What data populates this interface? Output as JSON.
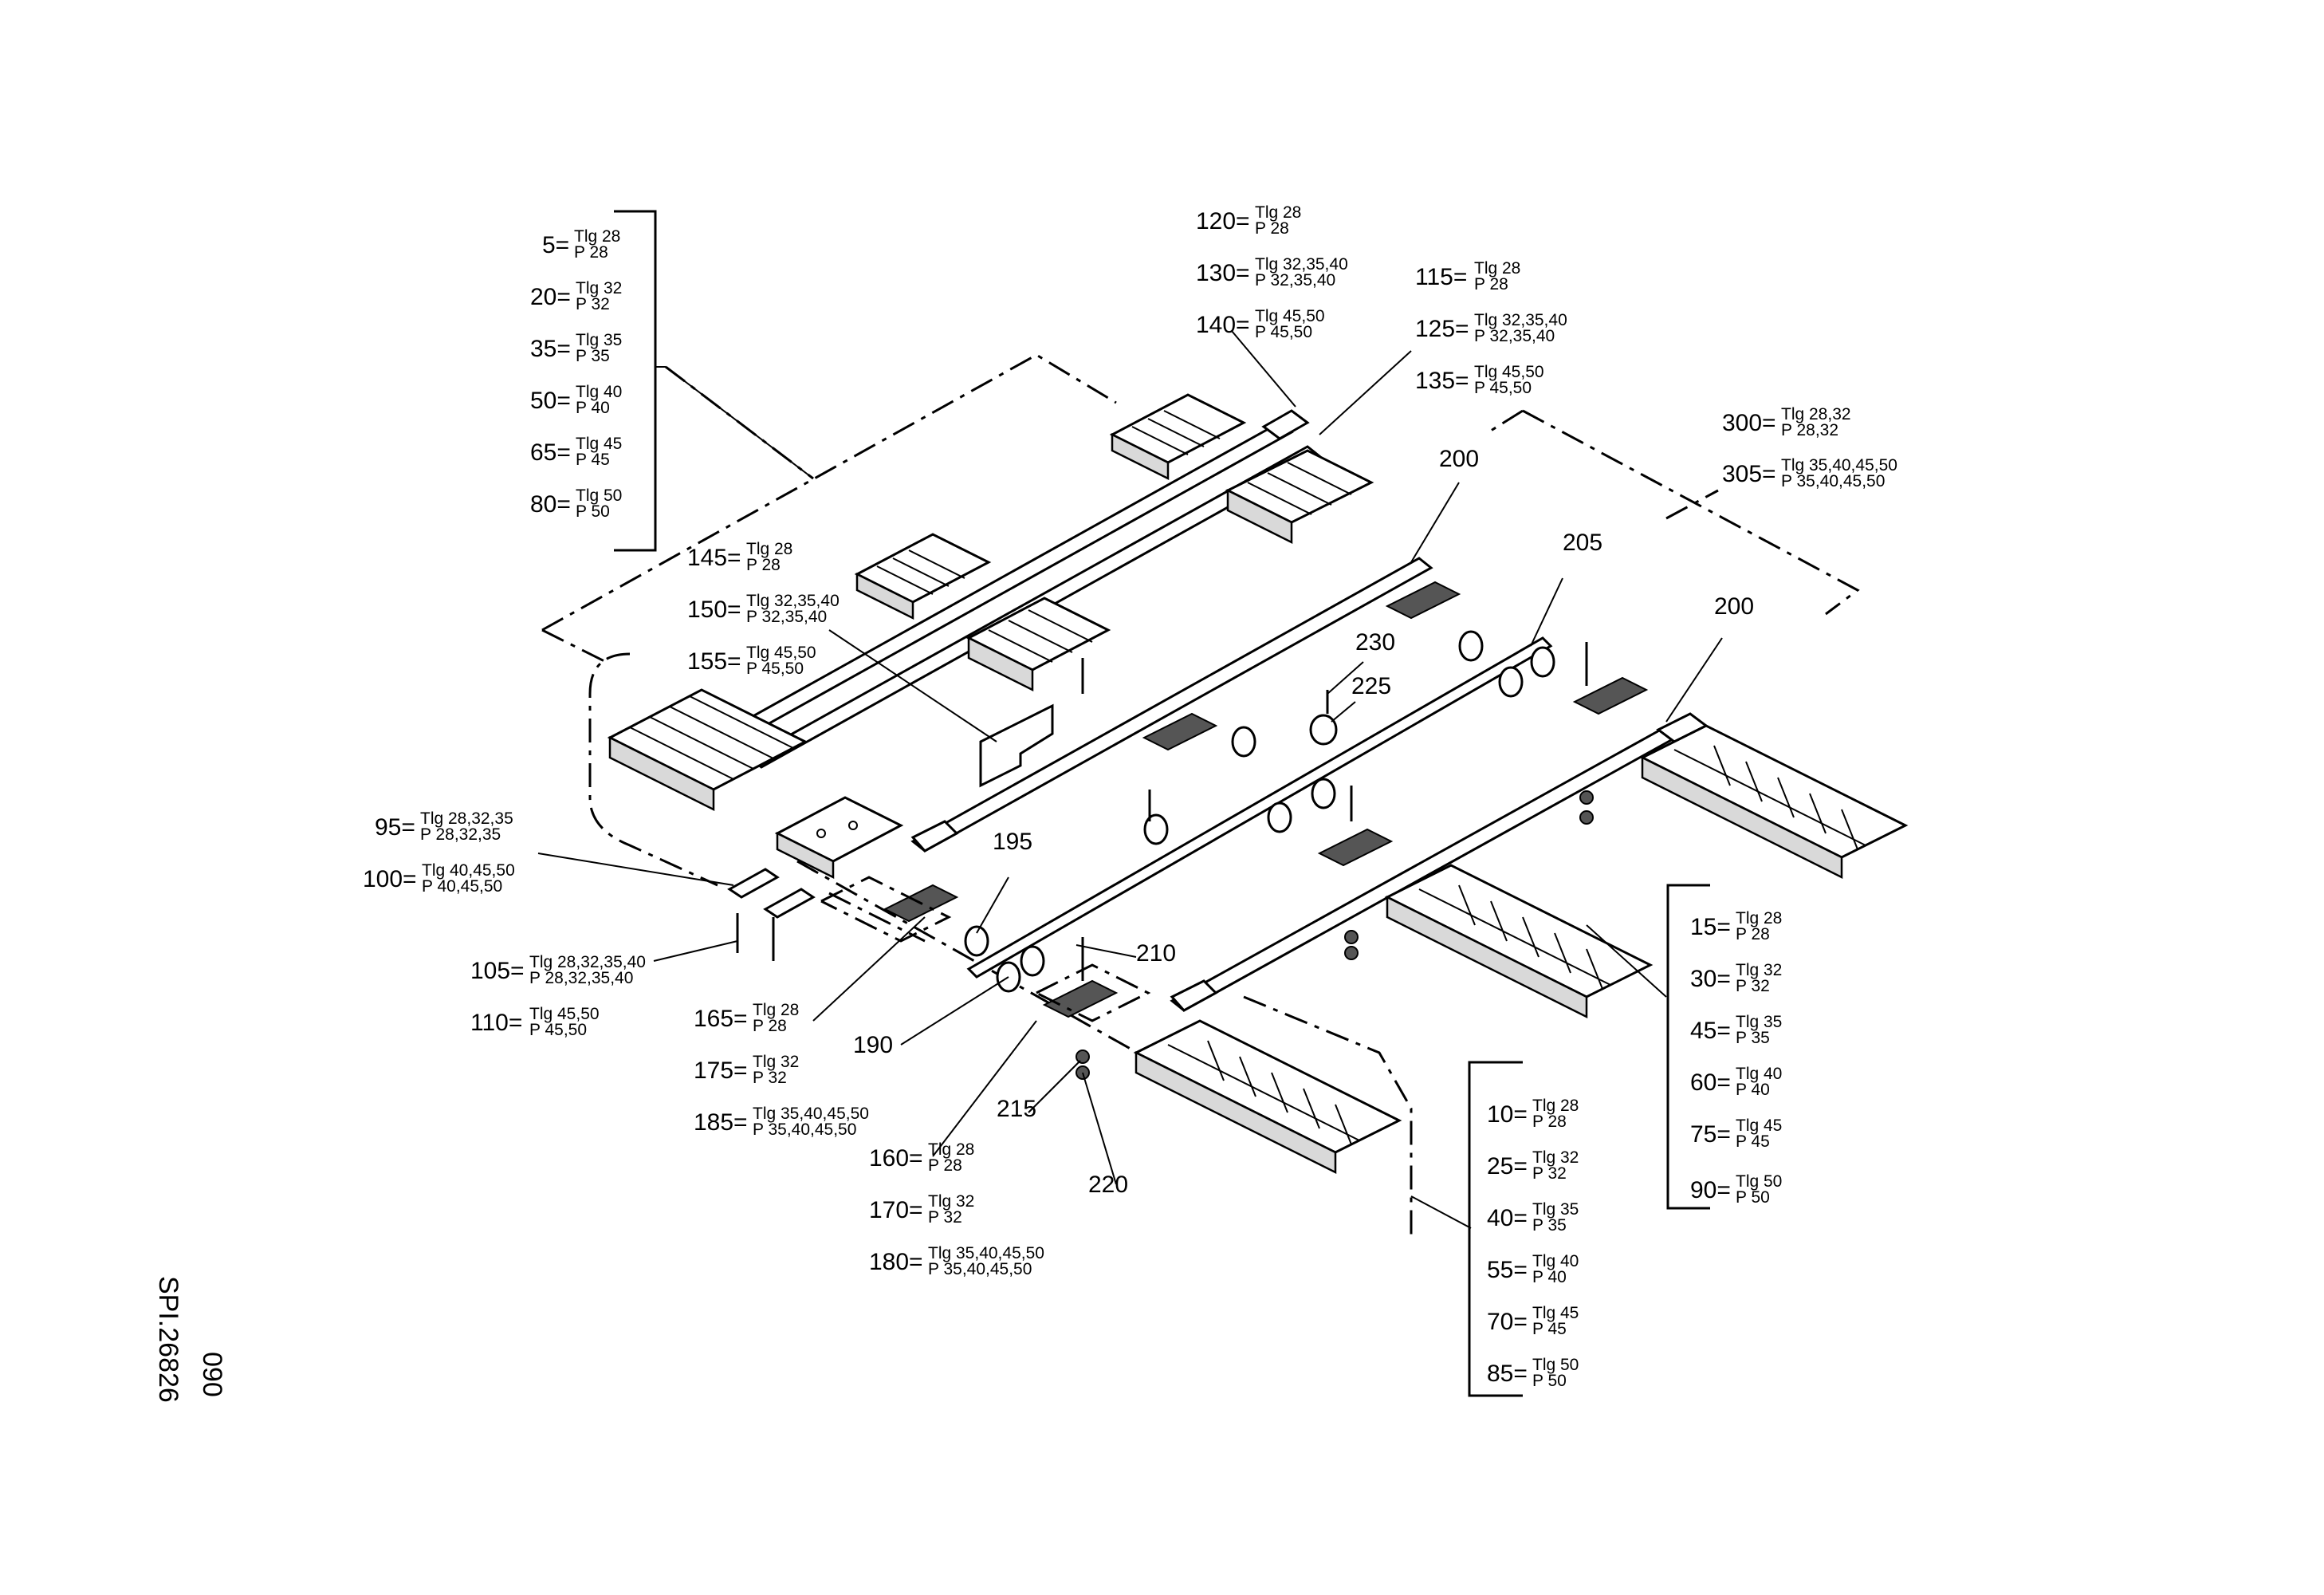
{
  "drawing": {
    "ref_code": "SPI.26826",
    "page_no": "090"
  },
  "callouts": [
    {
      "no": "5",
      "l1": "Tlg 28",
      "l2": "P 28"
    },
    {
      "no": "20",
      "l1": "Tlg 32",
      "l2": "P 32"
    },
    {
      "no": "35",
      "l1": "Tlg 35",
      "l2": "P 35"
    },
    {
      "no": "50",
      "l1": "Tlg 40",
      "l2": "P 40"
    },
    {
      "no": "65",
      "l1": "Tlg 45",
      "l2": "P 45"
    },
    {
      "no": "80",
      "l1": "Tlg 50",
      "l2": "P 50"
    },
    {
      "no": "120",
      "l1": "Tlg 28",
      "l2": "P 28"
    },
    {
      "no": "130",
      "l1": "Tlg 32,35,40",
      "l2": "P 32,35,40"
    },
    {
      "no": "140",
      "l1": "Tlg 45,50",
      "l2": "P 45,50"
    },
    {
      "no": "115",
      "l1": "Tlg 28",
      "l2": "P 28"
    },
    {
      "no": "125",
      "l1": "Tlg 32,35,40",
      "l2": "P 32,35,40"
    },
    {
      "no": "135",
      "l1": "Tlg 45,50",
      "l2": "P 45,50"
    },
    {
      "no": "300",
      "l1": "Tlg 28,32",
      "l2": "P 28,32"
    },
    {
      "no": "305",
      "l1": "Tlg 35,40,45,50",
      "l2": "P 35,40,45,50"
    },
    {
      "no": "145",
      "l1": "Tlg 28",
      "l2": "P 28"
    },
    {
      "no": "150",
      "l1": "Tlg 32,35,40",
      "l2": "P 32,35,40"
    },
    {
      "no": "155",
      "l1": "Tlg 45,50",
      "l2": "P 45,50"
    },
    {
      "no": "95",
      "l1": "Tlg 28,32,35",
      "l2": "P 28,32,35"
    },
    {
      "no": "100",
      "l1": "Tlg 40,45,50",
      "l2": "P 40,45,50"
    },
    {
      "no": "105",
      "l1": "Tlg 28,32,35,40",
      "l2": "P 28,32,35,40"
    },
    {
      "no": "110",
      "l1": "Tlg 45,50",
      "l2": "P 45,50"
    },
    {
      "no": "165",
      "l1": "Tlg 28",
      "l2": "P 28"
    },
    {
      "no": "175",
      "l1": "Tlg 32",
      "l2": "P 32"
    },
    {
      "no": "185",
      "l1": "Tlg 35,40,45,50",
      "l2": "P 35,40,45,50"
    },
    {
      "no": "160",
      "l1": "Tlg 28",
      "l2": "P 28"
    },
    {
      "no": "170",
      "l1": "Tlg 32",
      "l2": "P 32"
    },
    {
      "no": "180",
      "l1": "Tlg 35,40,45,50",
      "l2": "P 35,40,45,50"
    },
    {
      "no": "15",
      "l1": "Tlg 28",
      "l2": "P 28"
    },
    {
      "no": "30",
      "l1": "Tlg 32",
      "l2": "P 32"
    },
    {
      "no": "45",
      "l1": "Tlg 35",
      "l2": "P 35"
    },
    {
      "no": "60",
      "l1": "Tlg 40",
      "l2": "P 40"
    },
    {
      "no": "75",
      "l1": "Tlg 45",
      "l2": "P 45"
    },
    {
      "no": "90",
      "l1": "Tlg 50",
      "l2": "P 50"
    },
    {
      "no": "10",
      "l1": "Tlg 28",
      "l2": "P 28"
    },
    {
      "no": "25",
      "l1": "Tlg 32",
      "l2": "P 32"
    },
    {
      "no": "40",
      "l1": "Tlg 35",
      "l2": "P 35"
    },
    {
      "no": "55",
      "l1": "Tlg 40",
      "l2": "P 40"
    },
    {
      "no": "70",
      "l1": "Tlg 45",
      "l2": "P 45"
    },
    {
      "no": "85",
      "l1": "Tlg 50",
      "l2": "P 50"
    }
  ],
  "simple_labels": [
    "200",
    "205",
    "200",
    "230",
    "225",
    "195",
    "210",
    "190",
    "215",
    "220"
  ]
}
